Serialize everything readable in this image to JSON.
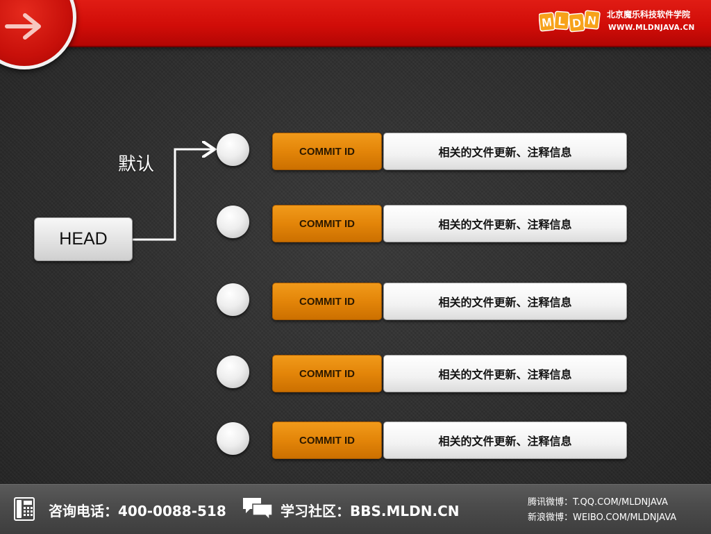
{
  "header": {
    "logo_letters": [
      "M",
      "L",
      "D",
      "N"
    ],
    "logo_name": "北京魔乐科技软件学院",
    "logo_url": "WWW.MLDNJAVA.CN"
  },
  "diagram": {
    "default_label": "默认",
    "head_label": "HEAD",
    "commits": [
      {
        "id_label": "COMMIT ID",
        "info": "相关的文件更新、注释信息"
      },
      {
        "id_label": "COMMIT ID",
        "info": "相关的文件更新、注释信息"
      },
      {
        "id_label": "COMMIT ID",
        "info": "相关的文件更新、注释信息"
      },
      {
        "id_label": "COMMIT ID",
        "info": "相关的文件更新、注释信息"
      },
      {
        "id_label": "COMMIT ID",
        "info": "相关的文件更新、注释信息"
      }
    ]
  },
  "footer": {
    "phone": "咨询电话：400-0088-518",
    "bbs": "学习社区：BBS.MLDN.CN",
    "tencent_weibo": "腾讯微博：T.QQ.COM/MLDNJAVA",
    "sina_weibo": "新浪微博：WEIBO.COM/MLDNJAVA"
  },
  "colors": {
    "header_red": "#d10d08",
    "commit_orange": "#e38509",
    "background": "#2e2e2e",
    "logo_tile_orange": "#f7a21a"
  },
  "icons": [
    "arrow-right-icon",
    "phone-icon",
    "chat-bubbles-icon"
  ]
}
